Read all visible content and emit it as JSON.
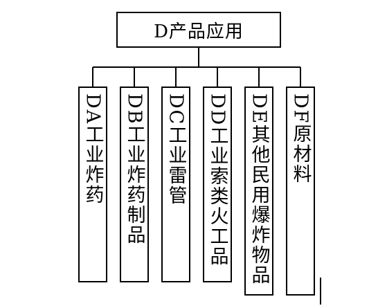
{
  "diagram": {
    "root": {
      "label": "D产品应用"
    },
    "children": [
      {
        "id": "DA",
        "label": "DA工业炸药"
      },
      {
        "id": "DB",
        "label": "DB工业炸药制品"
      },
      {
        "id": "DC",
        "label": "DC工业雷管"
      },
      {
        "id": "DD",
        "label": "DD工业索类火工品"
      },
      {
        "id": "DE",
        "label": "DE其他民用爆炸物品"
      },
      {
        "id": "DF",
        "label": "DF原材料"
      }
    ]
  }
}
